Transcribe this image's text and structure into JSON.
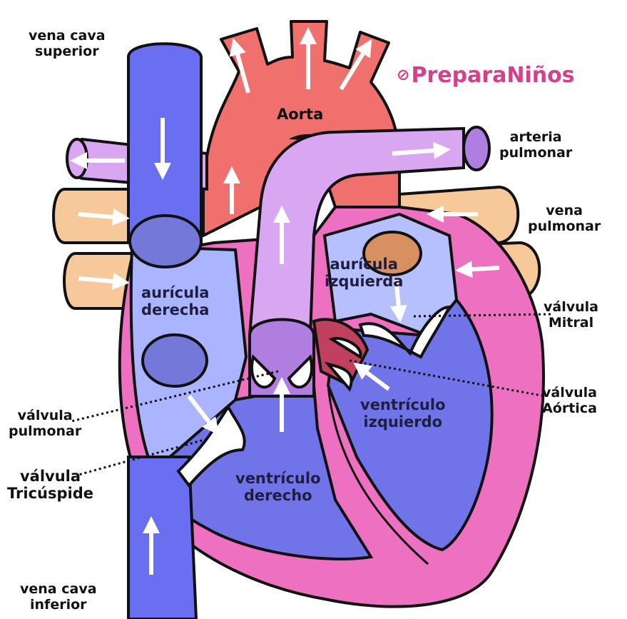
{
  "brand": {
    "icon": "clock-compass-icon",
    "text": "PreparaNiños"
  },
  "labels": {
    "vena_cava_superior": [
      "vena cava",
      "superior"
    ],
    "vena_cava_inferior": [
      "vena cava",
      "inferior"
    ],
    "aorta": "Aorta",
    "arteria_pulmonar": [
      "arteria",
      "pulmonar"
    ],
    "vena_pulmonar": [
      "vena",
      "pulmonar"
    ],
    "auricula_derecha": [
      "aurícula",
      "derecha"
    ],
    "auricula_izquierda": [
      "aurícula",
      "izquierda"
    ],
    "ventriculo_derecho": [
      "ventrículo",
      "derecho"
    ],
    "ventriculo_izquierdo": [
      "ventrículo",
      "izquierdo"
    ],
    "valvula_mitral": [
      "válvula",
      "Mitral"
    ],
    "valvula_aortica": [
      "válvula",
      "Aórtica"
    ],
    "valvula_pulmonar": [
      "válvula",
      "pulmonar"
    ],
    "valvula_tricuspide": [
      "válvula",
      "Tricúspide"
    ]
  },
  "colors": {
    "outline": "#111111",
    "vena_cava": "#6a6ef0",
    "aorta": "#f0706e",
    "arteria_pulmonar": "#d9a6f2",
    "vena_pulmonar": "#f7c99a",
    "wall_pink": "#ee70c0",
    "atrium": "#aab4ff",
    "ventricle": "#7174e8",
    "left_atrium": "#b7c0ff",
    "valve": "#ffffff",
    "brand": "#d6408a"
  }
}
